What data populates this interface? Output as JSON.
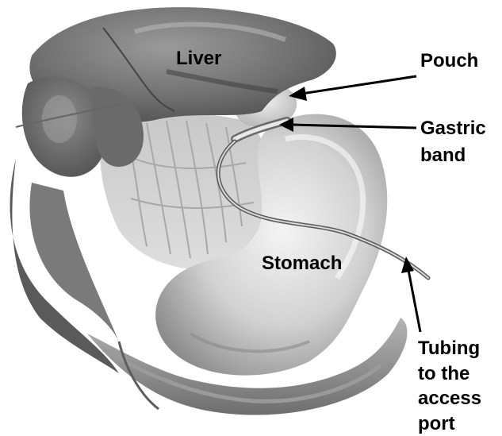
{
  "labels": {
    "liver": "Liver",
    "pouch": "Pouch",
    "gastric_band_line1": "Gastric",
    "gastric_band_line2": "band",
    "stomach": "Stomach",
    "tubing_line1": "Tubing",
    "tubing_line2": "to the",
    "tubing_line3": "access",
    "tubing_line4": "port"
  },
  "colors": {
    "label_text": "#000000",
    "arrow": "#000000",
    "illustration_tone": "grayscale"
  }
}
